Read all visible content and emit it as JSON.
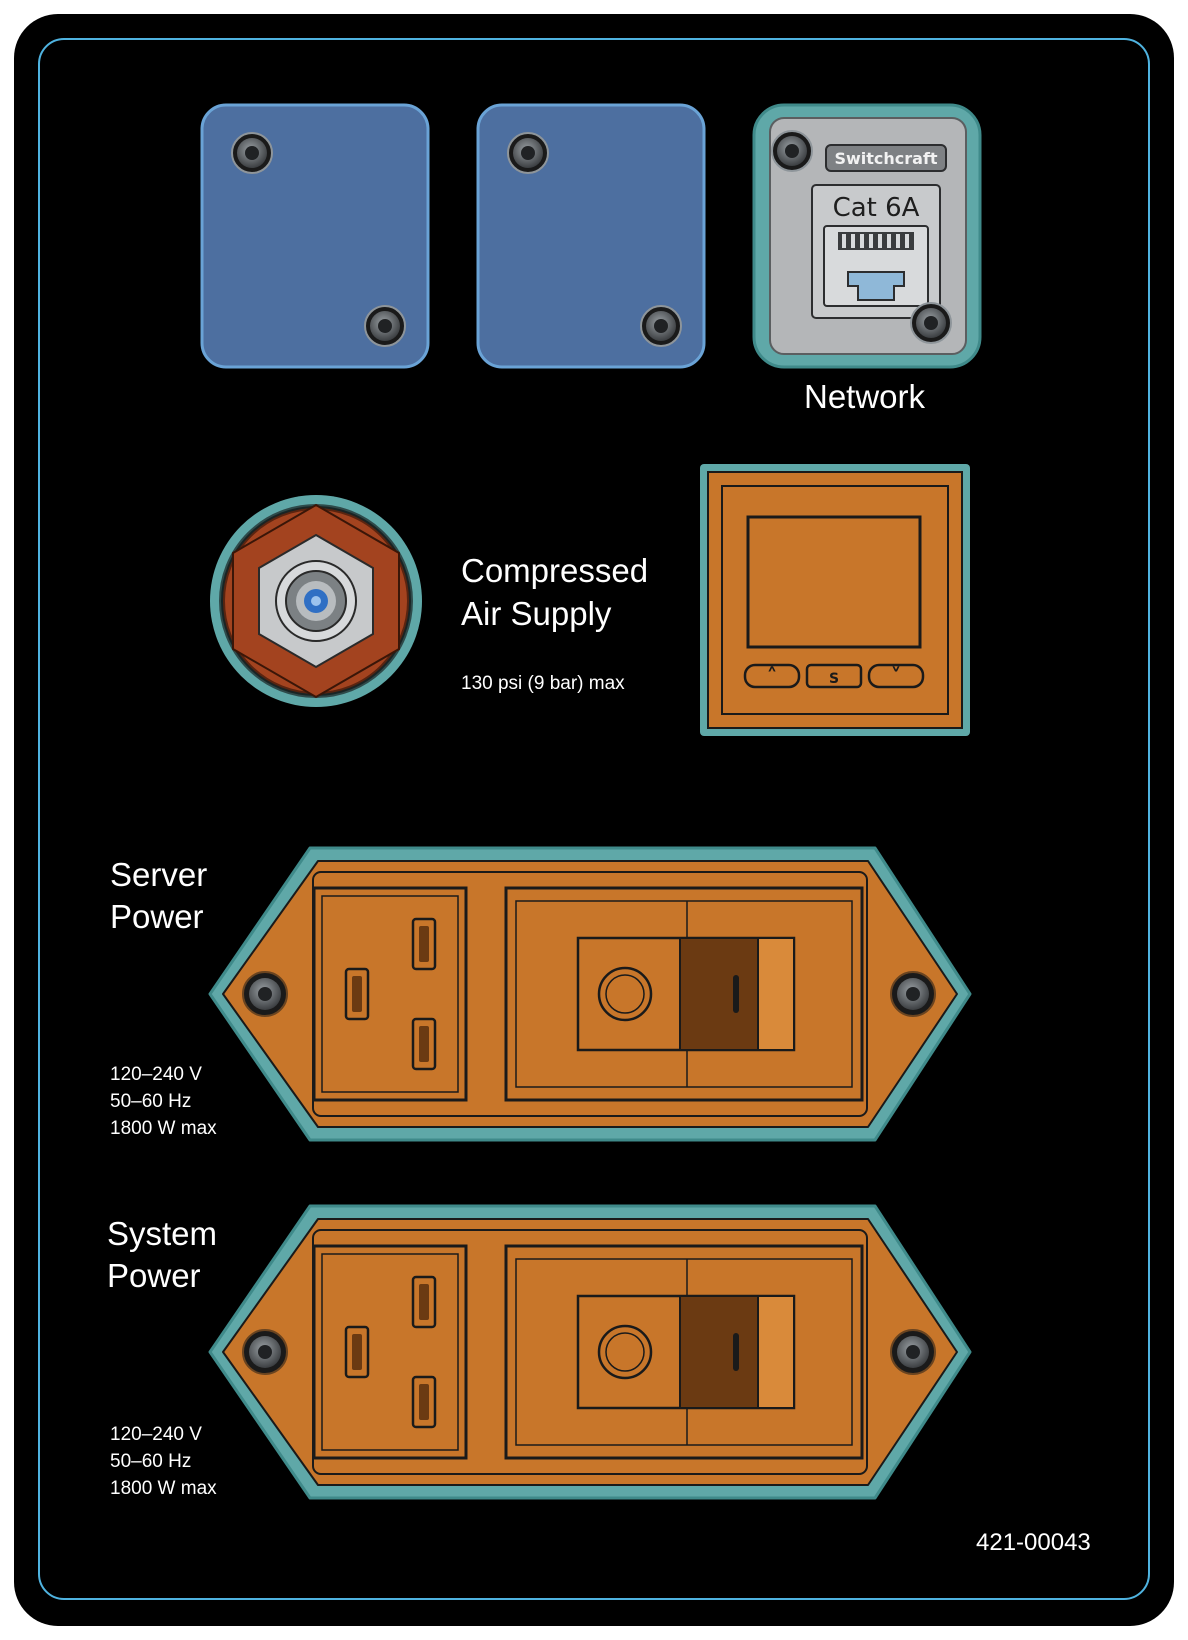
{
  "blank_plates": [
    {
      "name": "blank-plate-1"
    },
    {
      "name": "blank-plate-2"
    }
  ],
  "network": {
    "label": "Network",
    "brand": "Switchcraft",
    "jack_type": "Cat 6A"
  },
  "air_supply": {
    "title_line1": "Compressed",
    "title_line2": "Air Supply",
    "spec": "130 psi (9 bar) max"
  },
  "controller": {
    "button_up": "˄",
    "button_set": "S",
    "button_down": "˅"
  },
  "server_power": {
    "title_line1": "Server",
    "title_line2": "Power",
    "voltage": "120–240 V",
    "frequency": "50–60 Hz",
    "max_power": "1800 W max"
  },
  "system_power": {
    "title_line1": "System",
    "title_line2": "Power",
    "voltage": "120–240 V",
    "frequency": "50–60 Hz",
    "max_power": "1800 W max"
  },
  "part_number": "421-00043",
  "colors": {
    "panel": "#000000",
    "panel_edge": "#4fb3e0",
    "blank_plate": "#4d6fa0",
    "teal_outline": "#5fa8a8",
    "orange": "#c8762a",
    "orange_dark": "#6b3a12",
    "air_fitting": "#a3431f",
    "network_body": "#b4b6b8"
  }
}
